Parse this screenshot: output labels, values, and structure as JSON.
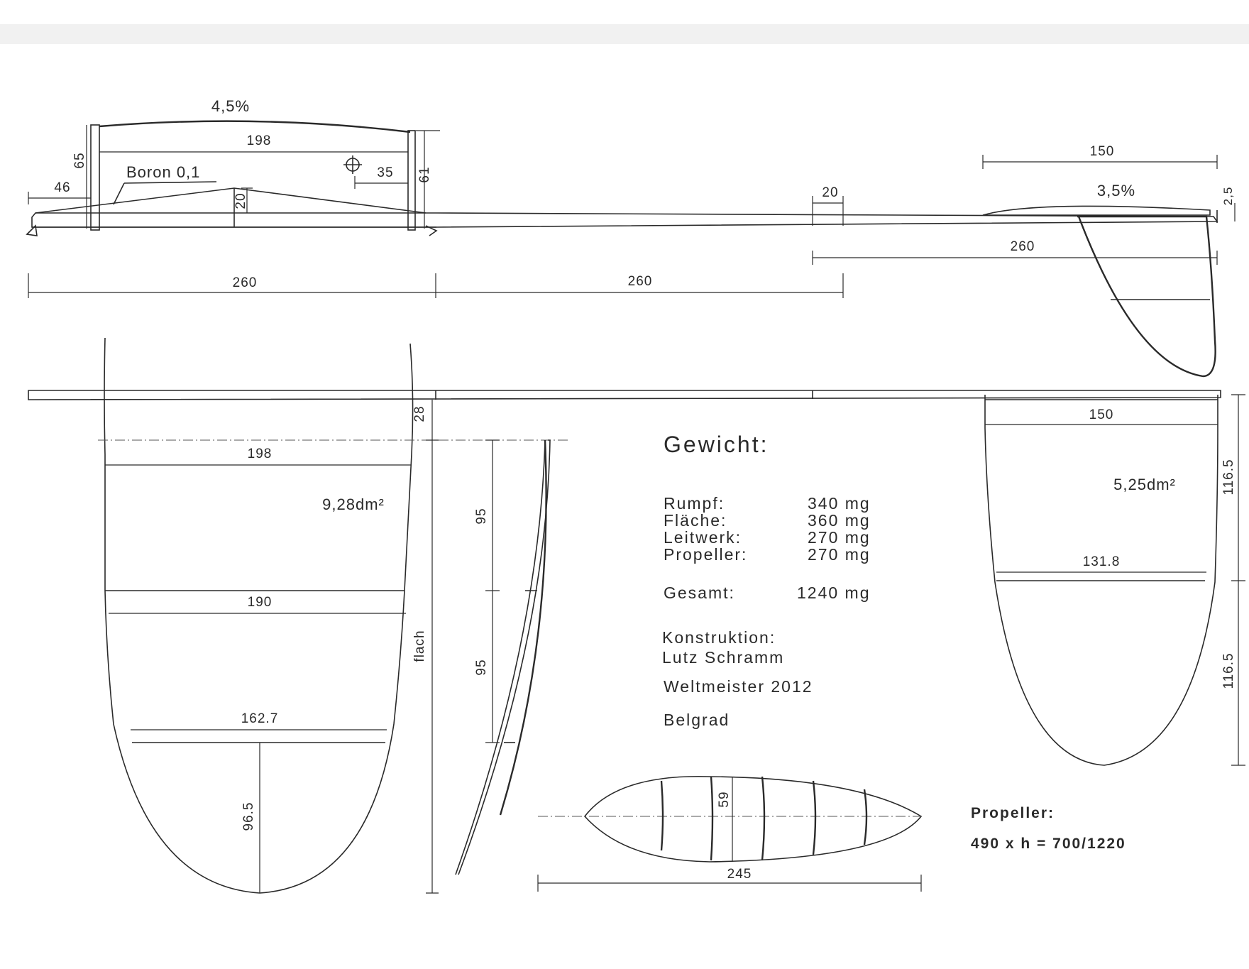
{
  "side_view": {
    "wing_thickness": "4,5%",
    "wing_chord": "198",
    "wing_height_left": "65",
    "wing_height_right": "61",
    "cg_offset": "35",
    "boron_label": "Boron 0,1",
    "nose_length": "46",
    "dihedral_height": "20",
    "boom_span_front": "260",
    "boom_span_rear": "260",
    "stab_offset": "20",
    "stab_chord": "150",
    "stab_thickness": "3,5%",
    "stab_height": "2,5",
    "stab_boom_length": "260"
  },
  "wing_plan": {
    "root_offset": "28",
    "chord_root": "198",
    "area": "9,28dm²",
    "chord_mid": "190",
    "chord_outer": "162.7",
    "tip_length": "96.5",
    "panel_label": "flach"
  },
  "wing_section": {
    "span_upper": "95",
    "span_lower": "95"
  },
  "stab_plan": {
    "chord_root": "150",
    "area": "5,25dm²",
    "chord_mid": "131.8",
    "span_upper": "116.5",
    "span_lower": "116.5"
  },
  "propeller_view": {
    "width": "59",
    "length": "245"
  },
  "weights": {
    "title": "Gewicht:",
    "items": [
      {
        "label": "Rumpf:",
        "value": "340 mg"
      },
      {
        "label": "Fläche:",
        "value": "360 mg"
      },
      {
        "label": "Leitwerk:",
        "value": "270 mg"
      },
      {
        "label": "Propeller:",
        "value": "270 mg"
      }
    ],
    "total_label": "Gesamt:",
    "total_value": "1240 mg"
  },
  "credits": {
    "construction_label": "Konstruktion:",
    "designer": "Lutz Schramm",
    "title": "Weltmeister 2012",
    "place": "Belgrad"
  },
  "propeller_spec": {
    "label": "Propeller:",
    "spec": "490 x h = 700/1220"
  }
}
